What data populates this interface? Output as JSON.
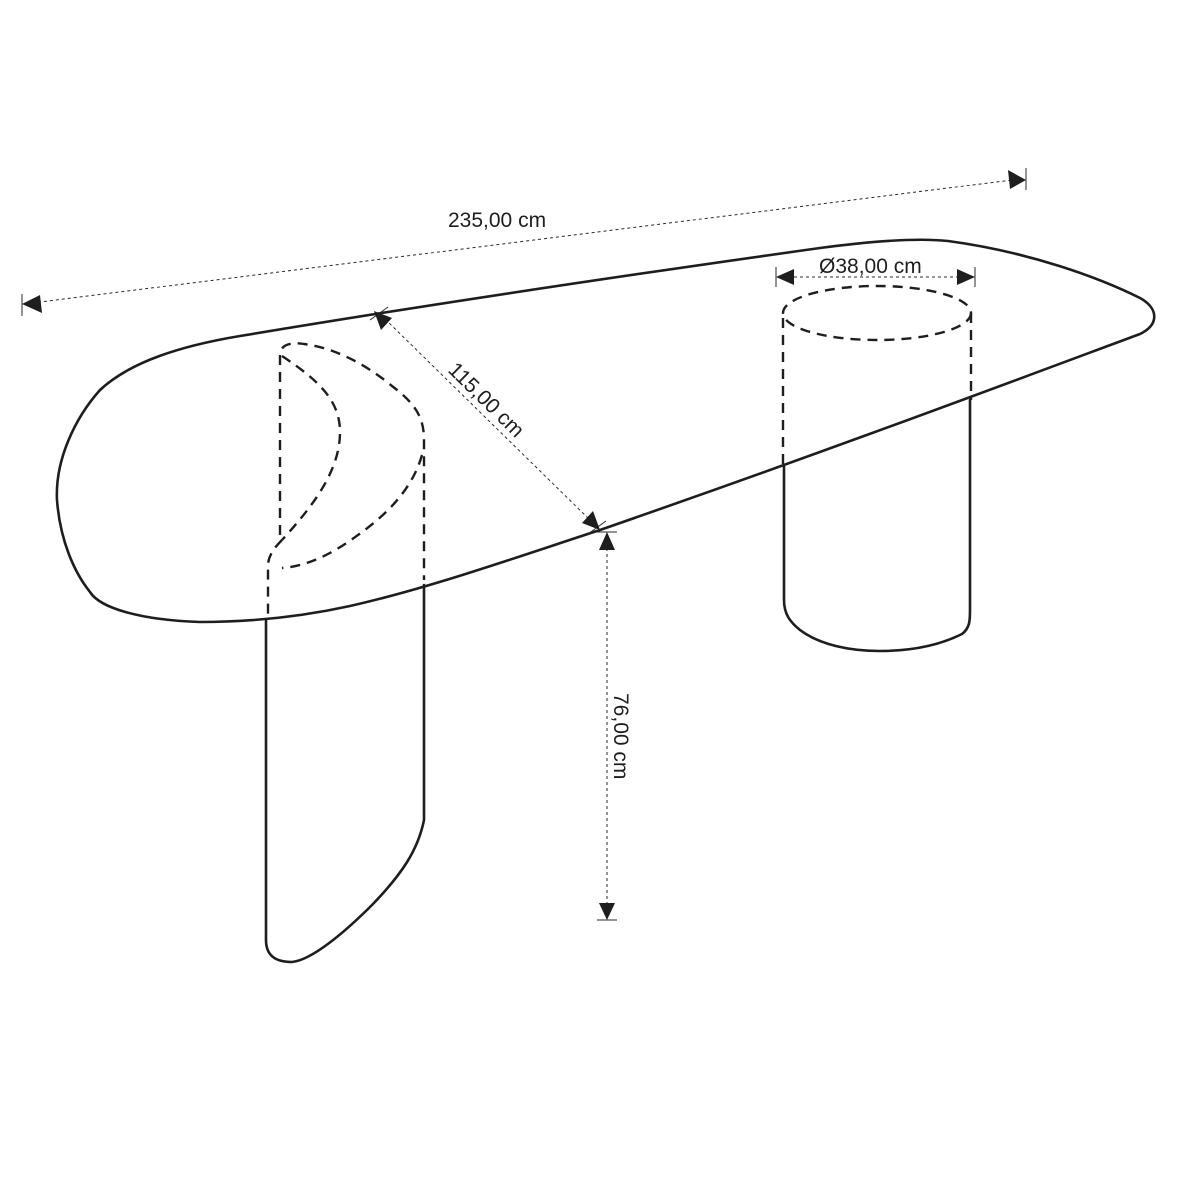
{
  "dimensions": {
    "length": "235,00 cm",
    "width": "115,00 cm",
    "height": "76,00 cm",
    "leg_diameter": "Ø38,00 cm"
  }
}
